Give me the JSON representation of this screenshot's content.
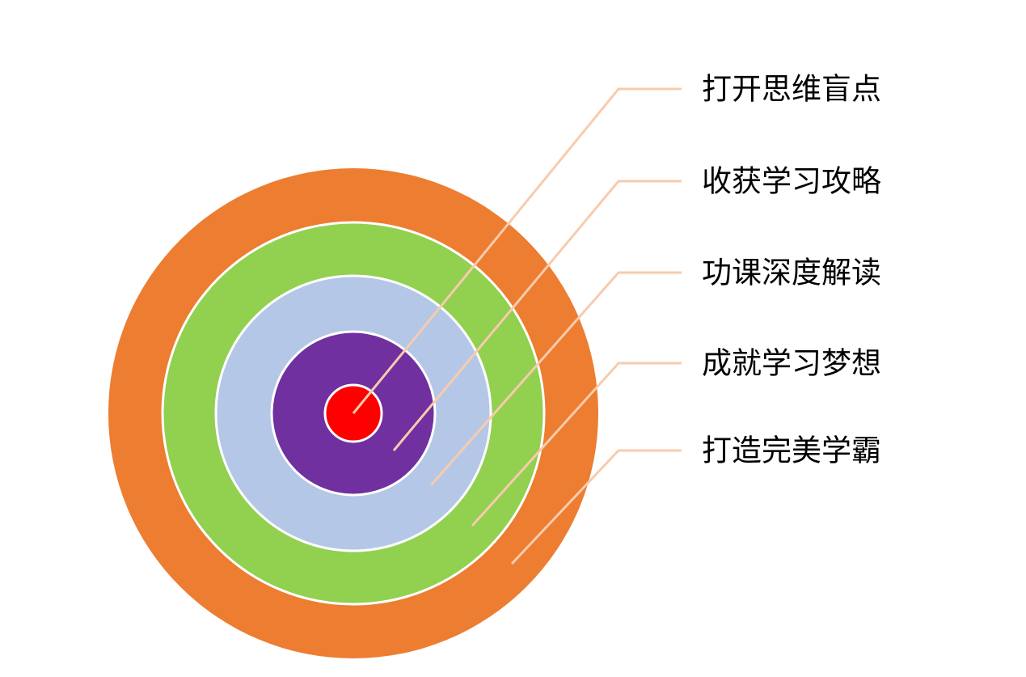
{
  "rings": [
    {
      "label": "打开思维盲点",
      "color": "#FF0000"
    },
    {
      "label": "收获学习攻略",
      "color": "#7030A0"
    },
    {
      "label": "功课深度解读",
      "color": "#B4C7E7"
    },
    {
      "label": "成就学习梦想",
      "color": "#92D050"
    },
    {
      "label": "打造完美学霸",
      "color": "#ED7D31"
    }
  ],
  "leader_color": "#F8CBAD"
}
